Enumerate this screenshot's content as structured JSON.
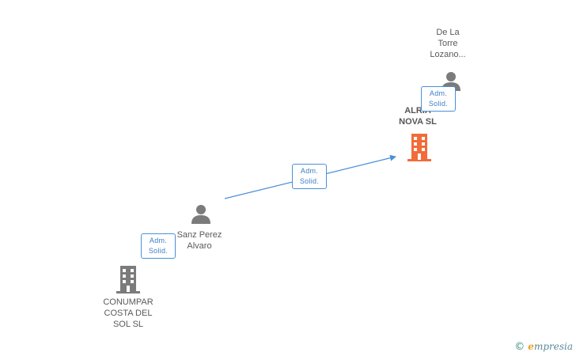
{
  "nodes": {
    "de_la_torre": {
      "line1": "De La",
      "line2": "Torre",
      "line3": "Lozano..."
    },
    "alria_nova": {
      "line1": "ALRIA",
      "line2": "NOVA  SL"
    },
    "sanz_perez": {
      "line1": "Sanz Perez",
      "line2": "Alvaro"
    },
    "conumpar": {
      "line1": "CONUMPAR",
      "line2": "COSTA DEL",
      "line3": "SOL  SL"
    }
  },
  "badges": {
    "top": {
      "line1": "Adm.",
      "line2": "Solid."
    },
    "middle": {
      "line1": "Adm.",
      "line2": "Solid."
    },
    "left": {
      "line1": "Adm.",
      "line2": "Solid."
    }
  },
  "brand": {
    "copyright": "©",
    "first_letter": "e",
    "rest": "mpresia"
  },
  "colors": {
    "person": "#7b7b7b",
    "company_main": "#f26b3a",
    "company": "#7b7b7b",
    "edge": "#4a90d9"
  }
}
